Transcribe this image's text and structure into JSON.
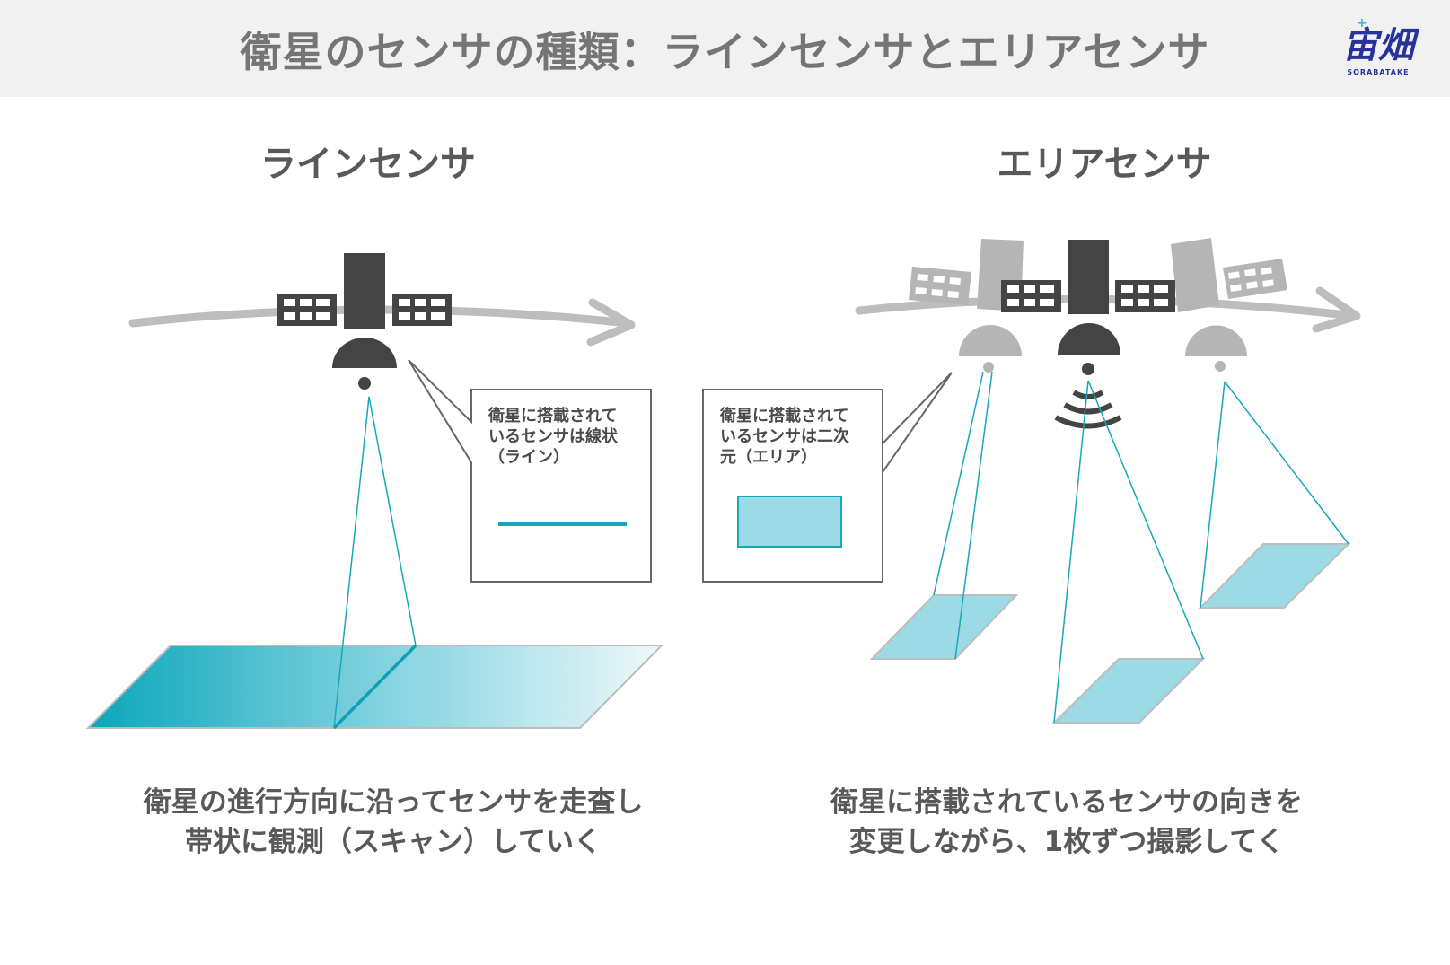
{
  "header": {
    "title": "衛星のセンサの種類：ラインセンサとエリアセンサ",
    "logo_text": "宙畑",
    "logo_subtext": "SORABATAKE"
  },
  "line_sensor": {
    "title": "ラインセンサ",
    "callout_lines": [
      "衛星に搭載されて",
      "いるセンサは線状",
      "（ライン）"
    ],
    "caption_lines": [
      "衛星の進行方向に沿ってセンサを走査し",
      "帯状に観測（スキャン）していく"
    ]
  },
  "area_sensor": {
    "title": "エリアセンサ",
    "callout_lines": [
      "衛星に搭載されて",
      "いるセンサは二次",
      "元（エリア）"
    ],
    "caption_lines": [
      "衛星に搭載されているセンサの向きを",
      "変更しながら、1枚ずつ撮影してく"
    ]
  },
  "colors": {
    "accent": "#17a7bb",
    "footprint": "#9cdbe6",
    "satellite": "#444444",
    "ghost": "#b5b5b5",
    "header_bg": "#f1f1f1",
    "text": "#595959",
    "logo": "#27339a"
  },
  "icons": [
    "satellite-icon",
    "orbit-arrow-icon",
    "signal-waves-icon"
  ]
}
